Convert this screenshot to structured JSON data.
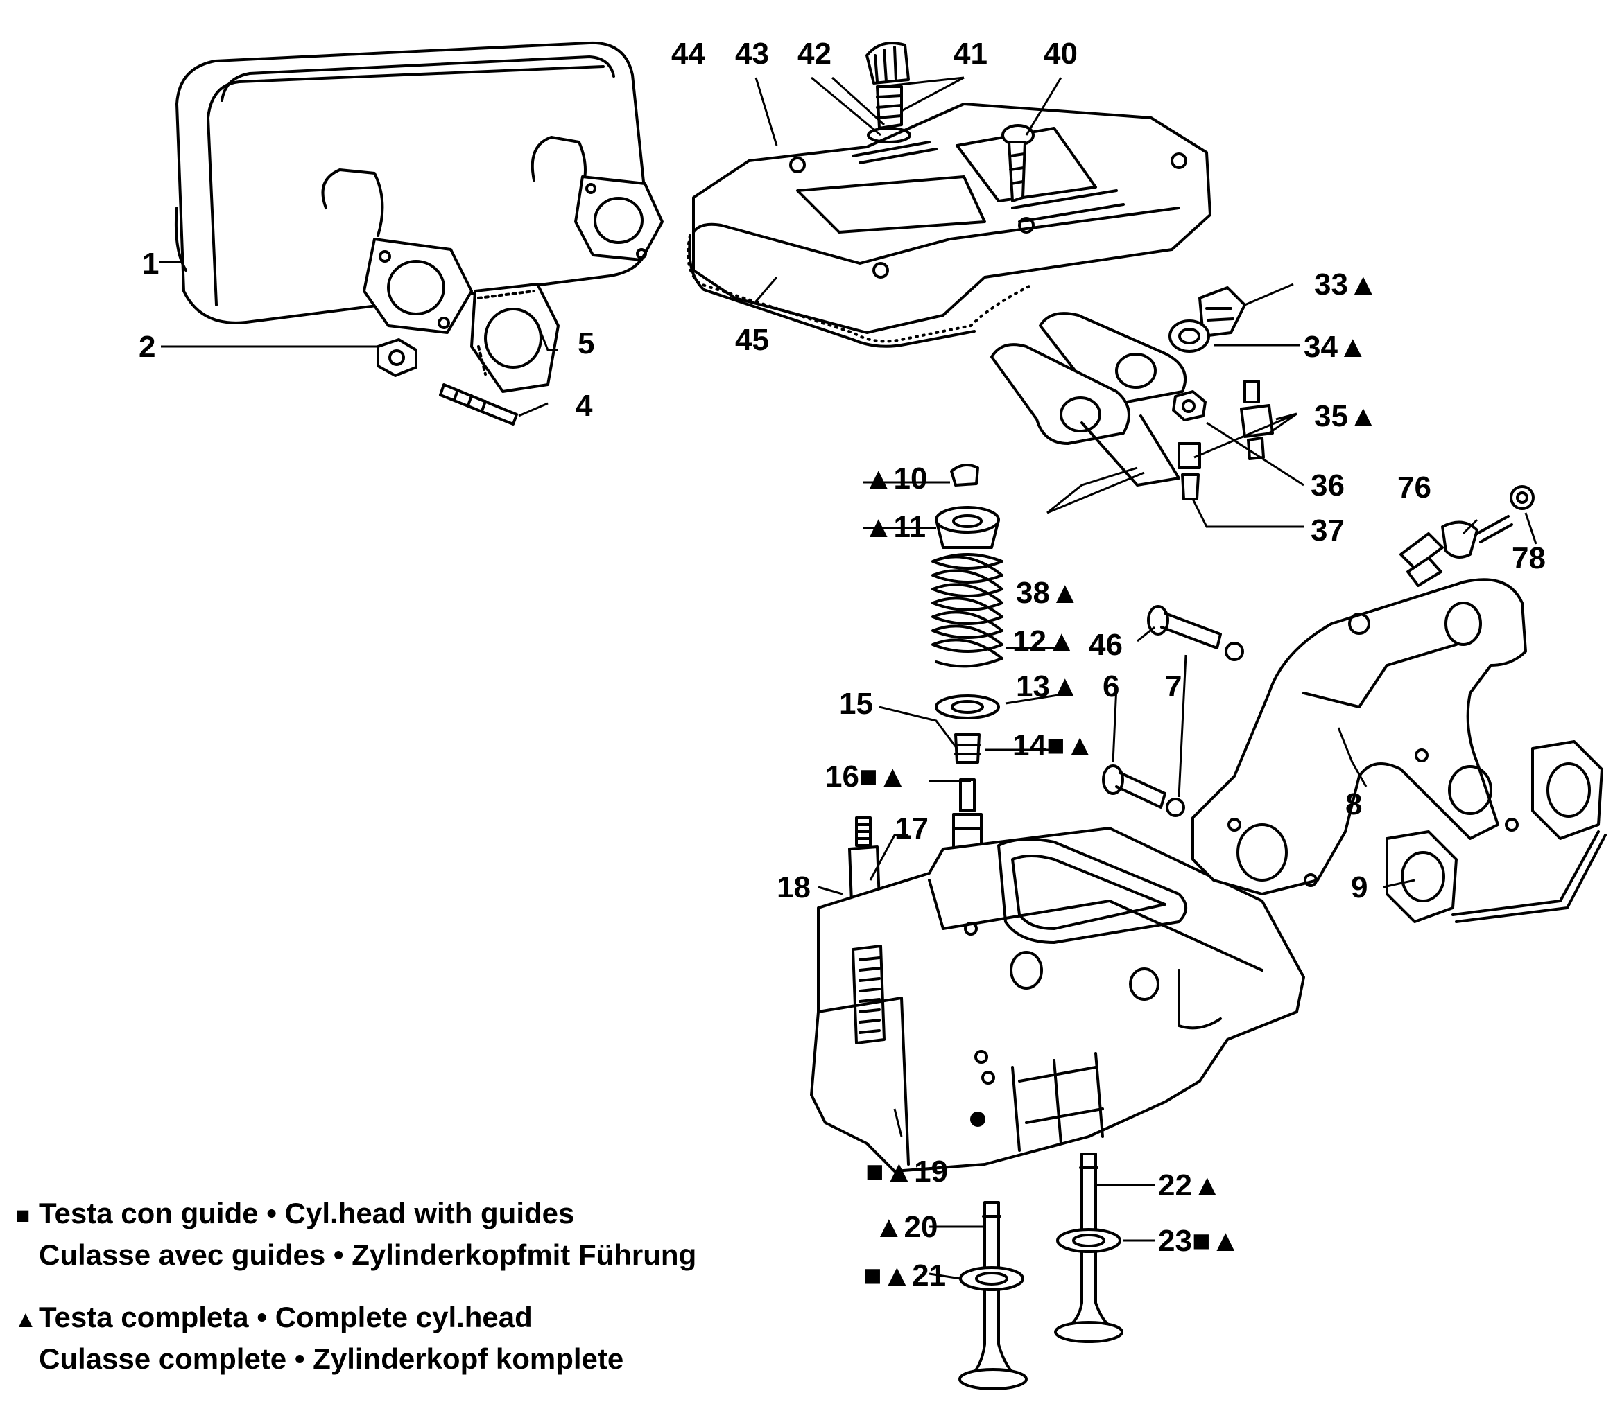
{
  "callouts": [
    {
      "id": "c1",
      "text": "1"
    },
    {
      "id": "c2",
      "text": "2"
    },
    {
      "id": "c4",
      "text": "4"
    },
    {
      "id": "c5",
      "text": "5"
    },
    {
      "id": "c6",
      "text": "6"
    },
    {
      "id": "c7",
      "text": "7"
    },
    {
      "id": "c8",
      "text": "8"
    },
    {
      "id": "c9",
      "text": "9"
    },
    {
      "id": "c10",
      "text": "▲10"
    },
    {
      "id": "c11",
      "text": "▲11"
    },
    {
      "id": "c12",
      "text": "12▲"
    },
    {
      "id": "c13",
      "text": "13▲"
    },
    {
      "id": "c14",
      "text": "14■▲"
    },
    {
      "id": "c15",
      "text": "15"
    },
    {
      "id": "c16",
      "text": "16■▲"
    },
    {
      "id": "c17",
      "text": "17"
    },
    {
      "id": "c18",
      "text": "18"
    },
    {
      "id": "c19",
      "text": "■▲19"
    },
    {
      "id": "c20",
      "text": "▲20"
    },
    {
      "id": "c21",
      "text": "■▲21"
    },
    {
      "id": "c22",
      "text": "22▲"
    },
    {
      "id": "c23",
      "text": "23■▲"
    },
    {
      "id": "c33",
      "text": "33▲"
    },
    {
      "id": "c34",
      "text": "34▲"
    },
    {
      "id": "c35",
      "text": "35▲"
    },
    {
      "id": "c36",
      "text": "36"
    },
    {
      "id": "c37",
      "text": "37"
    },
    {
      "id": "c38",
      "text": "38▲"
    },
    {
      "id": "c40",
      "text": "40"
    },
    {
      "id": "c41",
      "text": "41"
    },
    {
      "id": "c42",
      "text": "42"
    },
    {
      "id": "c43",
      "text": "43"
    },
    {
      "id": "c44",
      "text": "44"
    },
    {
      "id": "c45",
      "text": "45"
    },
    {
      "id": "c46",
      "text": "46"
    },
    {
      "id": "c76",
      "text": "76"
    },
    {
      "id": "c78",
      "text": "78"
    }
  ],
  "legend": {
    "square": {
      "symbol": "■",
      "line1": "Testa con guide • Cyl.head with guides",
      "line2": "Culasse avec guides • Zylinderkopfmit Führung"
    },
    "triangle": {
      "symbol": "▲",
      "line1": "Testa completa • Complete cyl.head",
      "line2": "Culasse complete • Zylinderkopf komplete"
    }
  }
}
